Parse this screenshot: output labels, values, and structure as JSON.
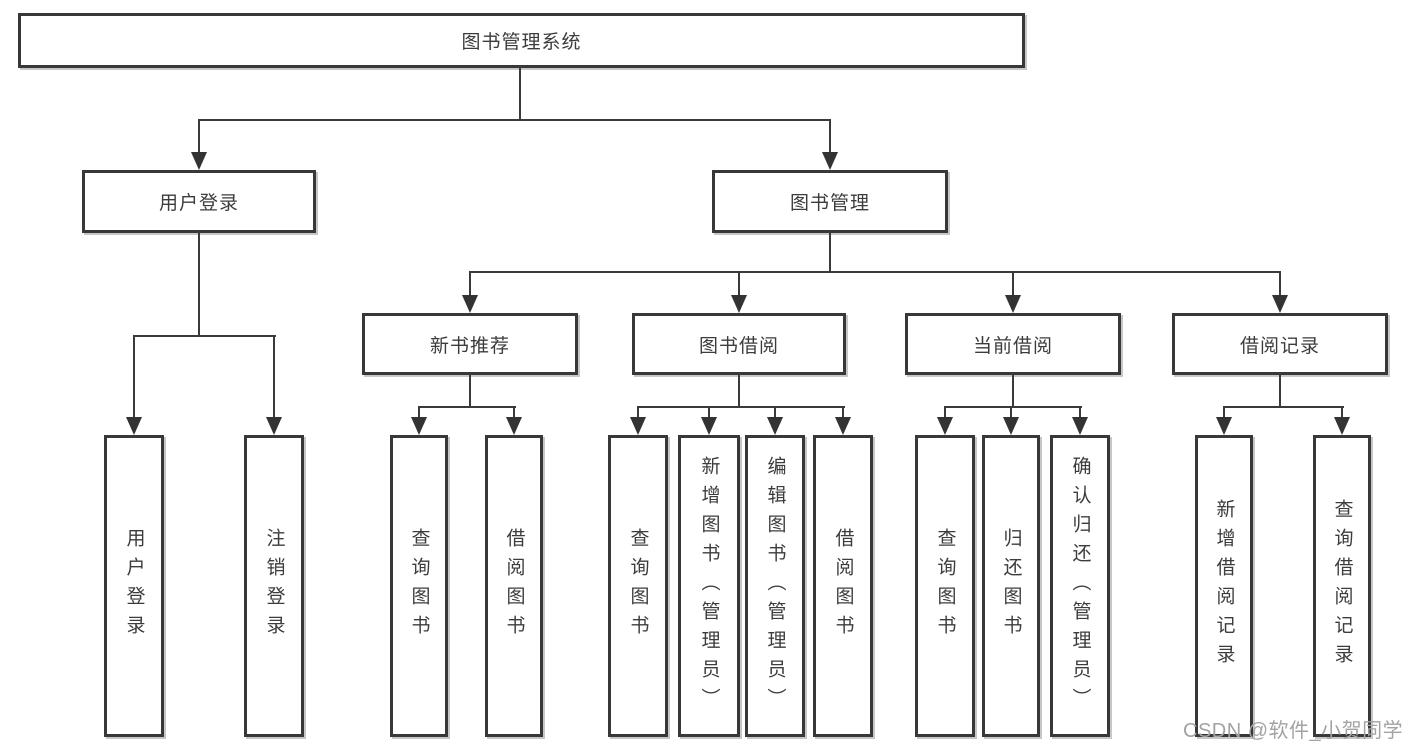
{
  "root": {
    "label": "图书管理系统"
  },
  "branches": [
    {
      "label": "用户登录",
      "leaves": [
        {
          "label": "用户登录"
        },
        {
          "label": "注销登录"
        }
      ]
    },
    {
      "label": "图书管理",
      "groups": [
        {
          "label": "新书推荐",
          "leaves": [
            {
              "label": "查询图书"
            },
            {
              "label": "借阅图书"
            }
          ]
        },
        {
          "label": "图书借阅",
          "leaves": [
            {
              "label": "查询图书"
            },
            {
              "label": "新增图书（管理员）"
            },
            {
              "label": "编辑图书（管理员）"
            },
            {
              "label": "借阅图书"
            }
          ]
        },
        {
          "label": "当前借阅",
          "leaves": [
            {
              "label": "查询图书"
            },
            {
              "label": "归还图书"
            },
            {
              "label": "确认归还（管理员）"
            }
          ]
        },
        {
          "label": "借阅记录",
          "leaves": [
            {
              "label": "新增借阅记录"
            },
            {
              "label": "查询借阅记录"
            }
          ]
        }
      ]
    }
  ],
  "watermark": "CSDN @软件_小贺同学",
  "colors": {
    "line": "#3a3a3a",
    "border": "#383838",
    "text": "#3c3c3c",
    "watermark": "#a3a3a3",
    "background": "#ffffff"
  }
}
